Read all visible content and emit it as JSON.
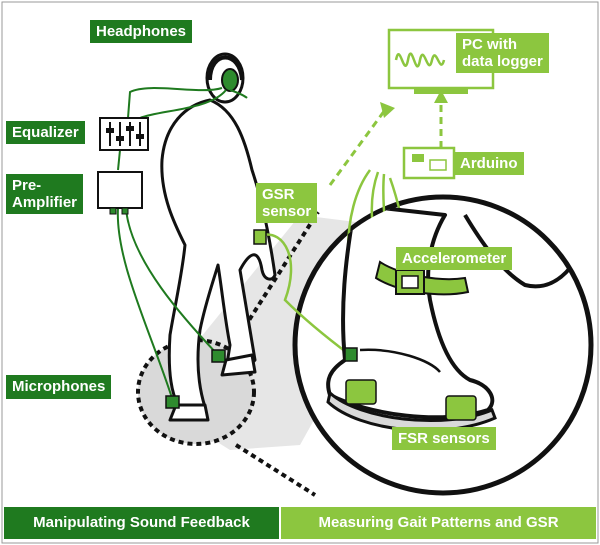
{
  "labels": {
    "headphones": "Headphones",
    "equalizer": "Equalizer",
    "preamp_line1": "Pre-",
    "preamp_line2": "Amplifier",
    "microphones": "Microphones",
    "gsr_line1": "GSR",
    "gsr_line2": "sensor",
    "pc_line1": "PC with",
    "pc_line2": "data logger",
    "arduino": "Arduino",
    "accelerometer": "Accelerometer",
    "fsr": "FSR sensors"
  },
  "footer": {
    "left": "Manipulating Sound Feedback",
    "right": "Measuring Gait Patterns and GSR"
  },
  "colors": {
    "dark_green": "#1f7a1f",
    "lime_green": "#8cc63f",
    "outline": "#111111"
  },
  "icons": [
    "headphones-icon",
    "equalizer-icon",
    "pre-amplifier-icon",
    "pc-monitor-icon",
    "arduino-board-icon",
    "walking-person-figure",
    "shoe-icon",
    "accelerometer-strap-icon",
    "fsr-pad-icon",
    "microphone-pad-icon",
    "gsr-pad-icon"
  ]
}
